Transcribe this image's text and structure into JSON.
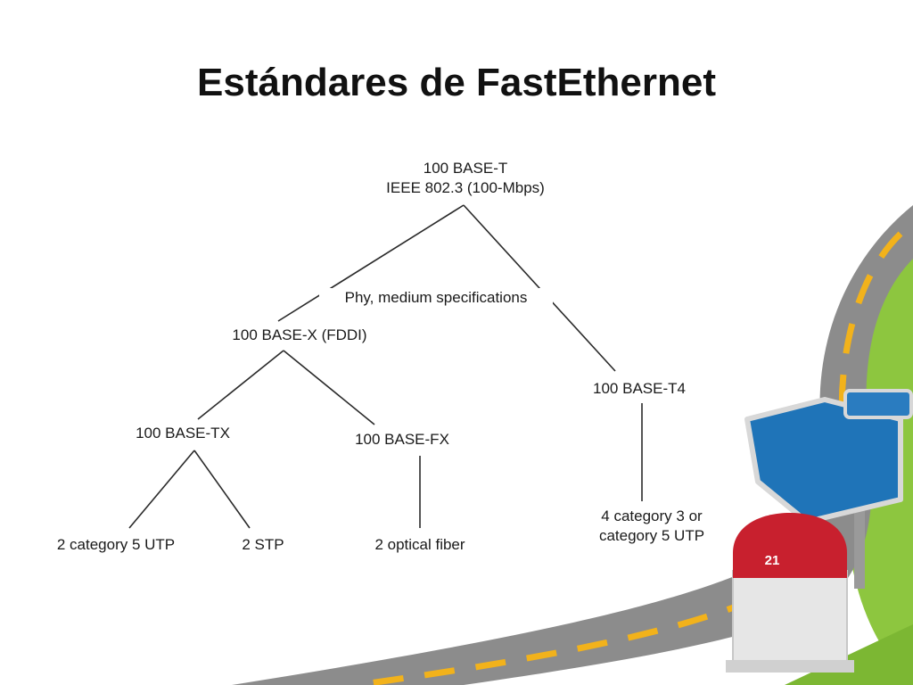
{
  "slide": {
    "title": "Estándares de FastEthernet",
    "page_number": "21"
  },
  "tree": {
    "root": {
      "line1": "100 BASE-T",
      "line2": "IEEE 802.3 (100-Mbps)"
    },
    "edge_label": "Phy, medium specifications",
    "base_x": "100 BASE-X (FDDI)",
    "base_t4": "100 BASE-T4",
    "base_tx": "100 BASE-TX",
    "base_fx": "100 BASE-FX",
    "leaf_cat5": "2 category 5 UTP",
    "leaf_stp": "2 STP",
    "leaf_fiber": "2 optical fiber",
    "leaf_t4": {
      "line1": "4 category 3 or",
      "line2": "category 5 UTP"
    }
  },
  "colors": {
    "road": "#8c8c8c",
    "road_dash": "#f2b21b",
    "grass": "#8dc63f",
    "sign_blue": "#1f74b8",
    "marker_red": "#c8202e",
    "marker_body": "#e6e6e6"
  }
}
